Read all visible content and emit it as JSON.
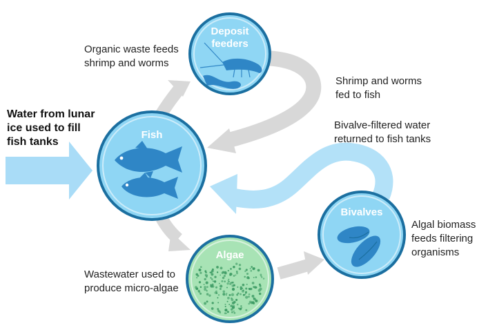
{
  "colors": {
    "node_fill": "#8fd6f4",
    "node_ring": "#1b6fa0",
    "inflow_arrow": "#a9dcf7",
    "gray_arrow": "#d8d8d8",
    "organism": "#2f86c6",
    "algae_fill": "#a8e3b5",
    "algae_dots": "#3c9a63"
  },
  "inflow_label": "Water from lunar\nice used to fill\nfish tanks",
  "nodes": {
    "fish": {
      "title": "Fish",
      "icon": "fish-icon"
    },
    "deposit": {
      "title_line1": "Deposit",
      "title_line2": "feeders",
      "icon": "shrimp-and-worm-icon"
    },
    "algae": {
      "title": "Algae",
      "icon": "micro-algae-dots"
    },
    "bivalves": {
      "title": "Bivalves",
      "icon": "mussel-icon"
    }
  },
  "flows": {
    "organic_waste": "Organic waste feeds\nshrimp and worms",
    "shrimp_to_fish": "Shrimp and worms\nfed to fish",
    "filtered_water": "Bivalve-filtered water\nreturned to fish tanks",
    "algal_biomass": "Algal biomass\nfeeds filtering\norganisms",
    "wastewater": "Wastewater used to\nproduce micro-algae"
  }
}
